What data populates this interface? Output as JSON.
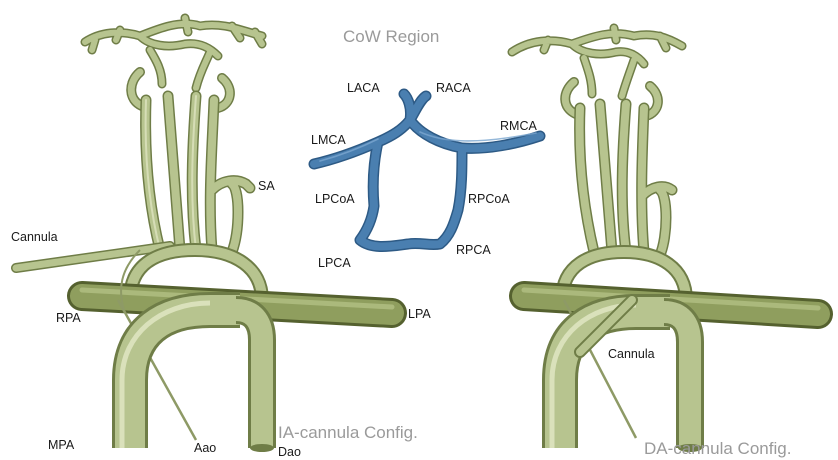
{
  "colors": {
    "vessel": "#b7c48f",
    "vessel_dark": "#6f7d47",
    "vessel_light": "#e2e8c6",
    "pa": "#8f9e5e",
    "cow": "#4a7fb0",
    "cow_dark": "#2d5a85",
    "label": "#1a1a1a",
    "title": "#9a9a9a"
  },
  "cow": {
    "title": "CoW Region",
    "labels": {
      "laca": "LACA",
      "raca": "RACA",
      "lmca": "LMCA",
      "rmca": "RMCA",
      "lpcoa": "LPCoA",
      "rpcoa": "RPCoA",
      "lpca": "LPCA",
      "rpca": "RPCA"
    }
  },
  "left_model": {
    "caption": "IA-cannula Config.",
    "labels": {
      "sa": "SA",
      "cannula": "Cannula",
      "rpa": "RPA",
      "lpa": "LPA",
      "mpa": "MPA",
      "aao": "Aao",
      "dao": "Dao"
    }
  },
  "right_model": {
    "caption": "DA-cannula Config.",
    "labels": {
      "cannula": "Cannula"
    }
  }
}
